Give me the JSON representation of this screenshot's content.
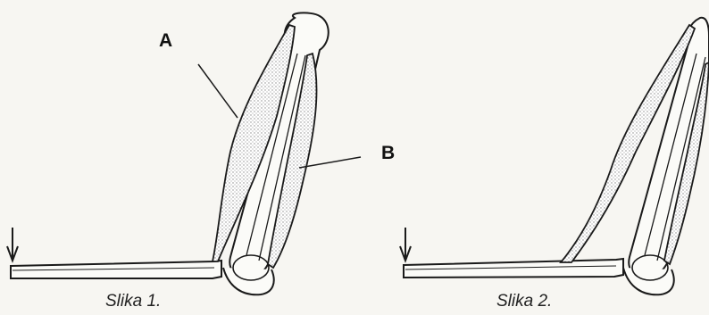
{
  "figures": [
    {
      "id": "figure-1",
      "caption": "Slika 1.",
      "labels": {
        "a": "A",
        "b": "B"
      }
    },
    {
      "id": "figure-2",
      "caption": "Slika 2."
    }
  ],
  "colors": {
    "ink": "#1a1a1a",
    "background": "#f7f6f2",
    "muscle_fill": "#cfcfcf"
  }
}
